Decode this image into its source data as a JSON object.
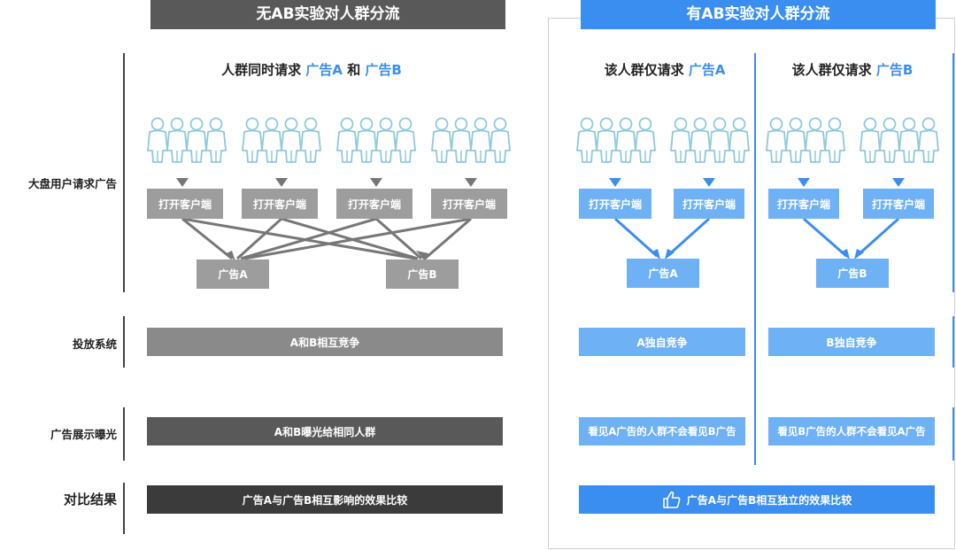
{
  "headers": {
    "left": "无AB实验对人群分流",
    "right": "有AB实验对人群分流"
  },
  "row_labels": {
    "request": "大盘用户请求广告",
    "delivery": "投放系统",
    "exposure": "广告展示曝光",
    "result": "对比结果"
  },
  "left": {
    "title_prefix": "人群同时请求 ",
    "title_ad_a": "广告A",
    "title_and": " 和 ",
    "title_ad_b": "广告B",
    "client_labels": [
      "打开客户端",
      "打开客户端",
      "打开客户端",
      "打开客户端"
    ],
    "ad_a": "广告A",
    "ad_b": "广告B",
    "delivery": "A和B相互竞争",
    "exposure": "A和B曝光给相同人群",
    "result": "广告A与广告B相互影响的效果比较"
  },
  "right_a": {
    "title_prefix": "该人群仅请求 ",
    "title_ad": "广告A",
    "client_labels": [
      "打开客户端",
      "打开客户端"
    ],
    "ad": "广告A",
    "delivery": "A独自竞争",
    "exposure": "看见A广告的人群不会看见B广告"
  },
  "right_b": {
    "title_prefix": "该人群仅请求 ",
    "title_ad": "广告B",
    "client_labels": [
      "打开客户端",
      "打开客户端"
    ],
    "ad": "广告B",
    "delivery": "B独自竞争",
    "exposure": "看见B广告的人群不会看见A广告"
  },
  "right_result": "广告A与广告B相互独立的效果比较",
  "colors": {
    "gray_header": "#595959",
    "blue_header": "#3a8ef0",
    "gray_box": "#9d9d9d",
    "blue_box": "#6fb1f5",
    "gray_bar_delivery": "#8a8a8a",
    "gray_bar_exposure": "#595959",
    "gray_bar_result": "#3b3b3b",
    "blue_bar": "#6fb1f5",
    "blue_result": "#3a8ef0",
    "person_gray": "#8ec9dc",
    "person_blue": "#8ec9dc"
  },
  "icons": {
    "people": "people-group-icon",
    "arrow": "arrow-down-icon",
    "thumb": "thumbs-up-icon"
  }
}
